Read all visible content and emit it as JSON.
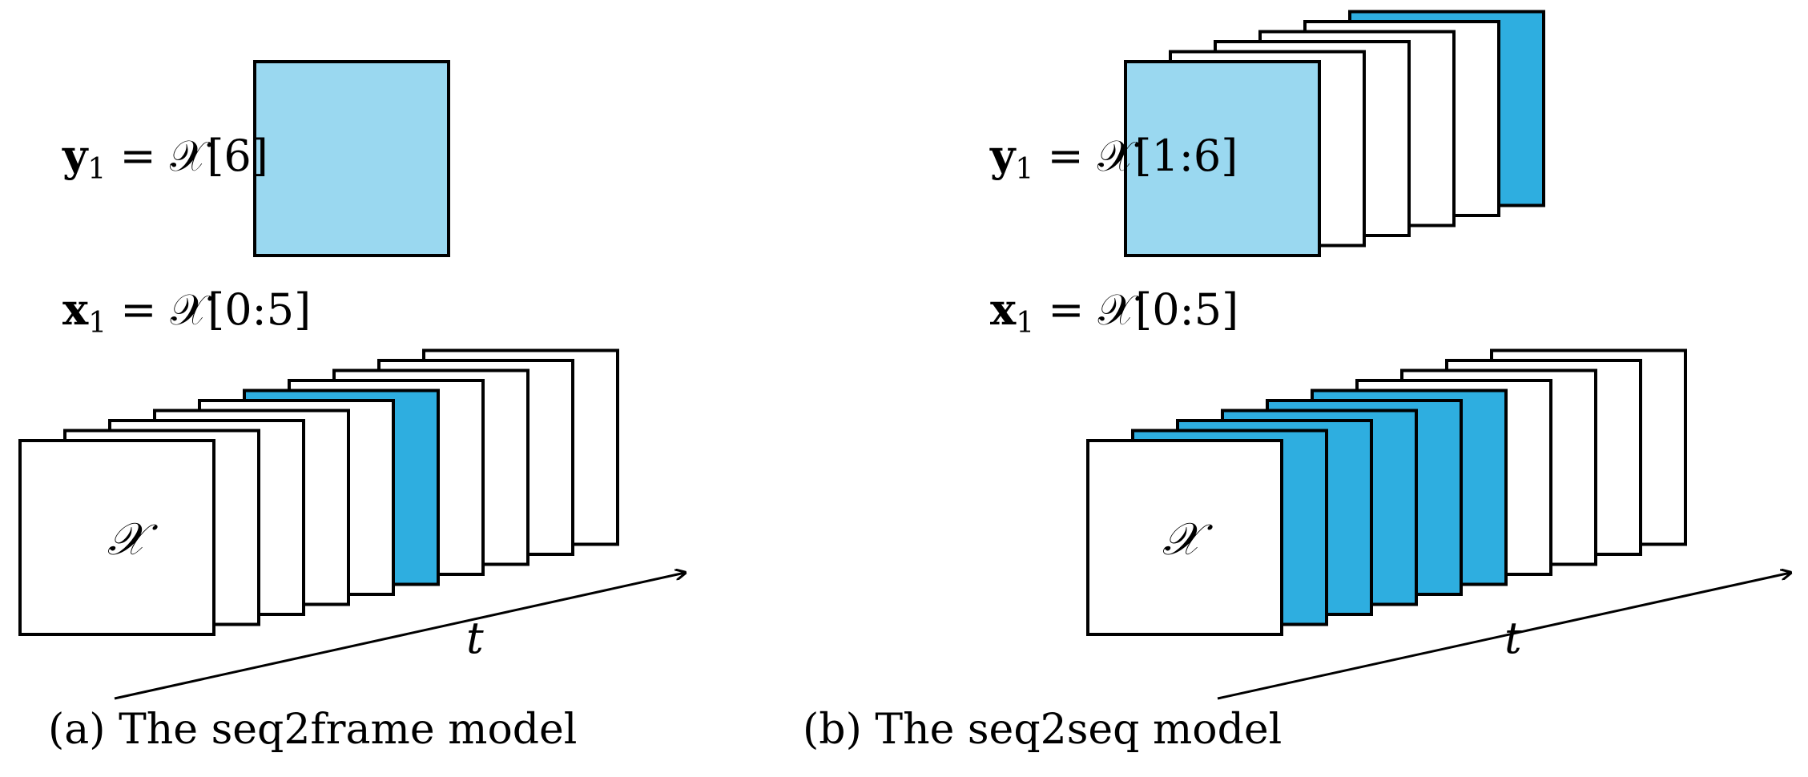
{
  "colors": {
    "frame_fill": "#ffffff",
    "input_highlight": "#2eaee0",
    "target_fill": "#9ad8f0",
    "stroke": "#000000"
  },
  "panel_a": {
    "caption": "(a) The seq2frame model",
    "y_label": "y",
    "y_sub": "1",
    "y_rhs": " = 𝒳[6]",
    "x_label": "x",
    "x_sub": "1",
    "x_rhs": " = 𝒳[0:5]",
    "frame_symbol": "𝒳",
    "axis_label": "t",
    "input_frame_count": 10,
    "highlighted_input_index": 5,
    "target_frame_count": 1
  },
  "panel_b": {
    "caption": "(b) The seq2seq model",
    "y_label": "y",
    "y_sub": "1",
    "y_rhs": " = 𝒳[1:6]",
    "x_label": "x",
    "x_sub": "1",
    "x_rhs": " = 𝒳[0:5]",
    "frame_symbol": "𝒳",
    "axis_label": "t",
    "input_frame_count": 10,
    "highlighted_input_indices": [
      1,
      2,
      3,
      4,
      5
    ],
    "target_frame_count": 6,
    "highlighted_target_index": 5
  }
}
